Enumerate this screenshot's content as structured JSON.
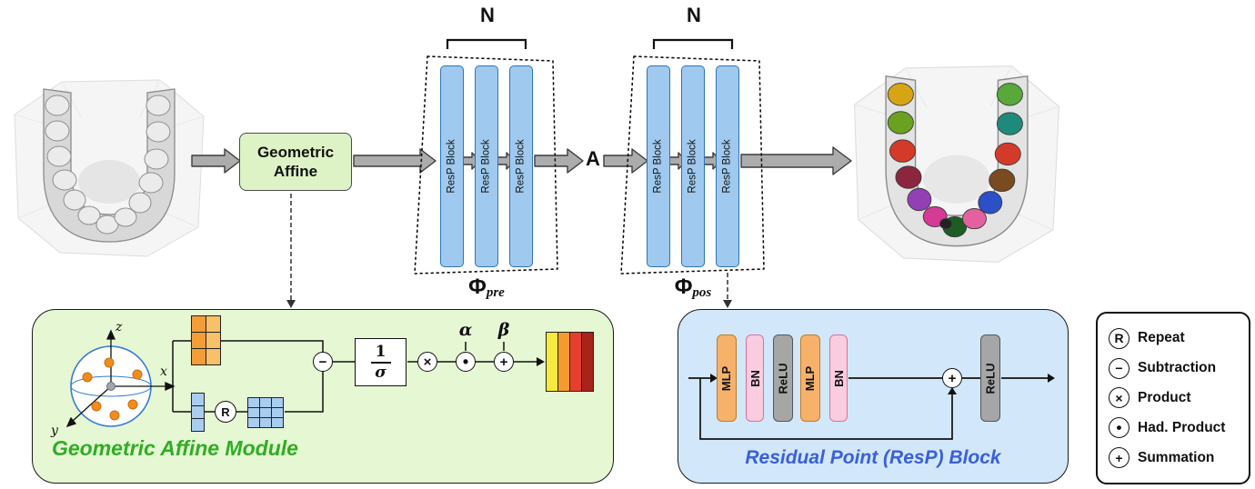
{
  "flow": {
    "n_label": "N",
    "a_label": "A",
    "geometric_affine": {
      "line1": "Geometric",
      "line2": "Affine"
    },
    "resp_block_label": "ResP Block",
    "phi_symbol": "Φ",
    "phi_pre_subscript": "pre",
    "phi_pos_subscript": "pos"
  },
  "gam": {
    "title": "Geometric Affine Module",
    "axis_labels": {
      "x": "x",
      "y": "y",
      "z": "z"
    },
    "repeat_glyph": "R",
    "fraction": {
      "numerator": "1",
      "denominator": "σ"
    },
    "alpha_label": "α",
    "beta_label": "β"
  },
  "resp": {
    "title": "Residual Point (ResP) Block",
    "bars": [
      "MLP",
      "BN",
      "ReLU",
      "MLP",
      "BN"
    ],
    "output_bar": "ReLU"
  },
  "operators": {
    "subtraction": "−",
    "product": "×",
    "hadamard": "•",
    "summation": "+"
  },
  "legend": {
    "items": [
      {
        "glyph": "R",
        "label": "Repeat"
      },
      {
        "glyph": "−",
        "label": "Subtraction"
      },
      {
        "glyph": "×",
        "label": "Product"
      },
      {
        "glyph": "•",
        "label": "Had. Product"
      },
      {
        "glyph": "+",
        "label": "Summation"
      }
    ]
  },
  "colors": {
    "gam_fill": "#e6f7d3",
    "gam_title": "#2fae23",
    "resp_fill": "#d2e7fa",
    "resp_title": "#3a5fd9",
    "resp_bar_blue": "#9fc9ee",
    "mlp_orange": "#f6b26b",
    "bn_pink": "#f9cce0",
    "relu_gray": "#a6a6a6",
    "segmented_teeth_palette": [
      "#d7a514",
      "#6aa121",
      "#d43a2a",
      "#8c2540",
      "#9340b5",
      "#d43a96",
      "#1d5c24",
      "#e2619e",
      "#2d4fc7",
      "#7a4a21",
      "#1f8a7a",
      "#58a83a"
    ]
  }
}
